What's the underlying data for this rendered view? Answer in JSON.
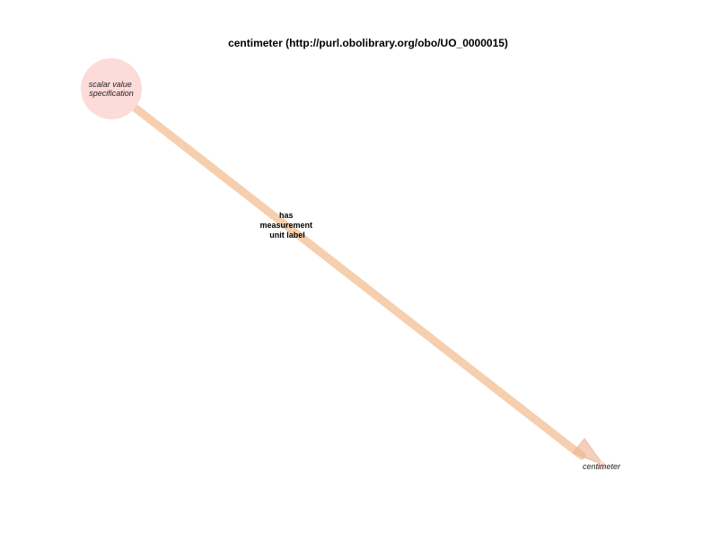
{
  "title": "centimeter (http://purl.obolibrary.org/obo/UO_0000015)",
  "colors": {
    "node_fill": "#fddbd8",
    "edge": "#f5cfae",
    "arrowhead": "#eeb596"
  },
  "nodes": {
    "source": {
      "label_line1": "scalar value",
      "label_line2": "specification"
    },
    "target": {
      "label": "centimeter"
    }
  },
  "edge": {
    "label_line1": "has",
    "label_line2": "measurement",
    "label_line3": "unit label"
  }
}
